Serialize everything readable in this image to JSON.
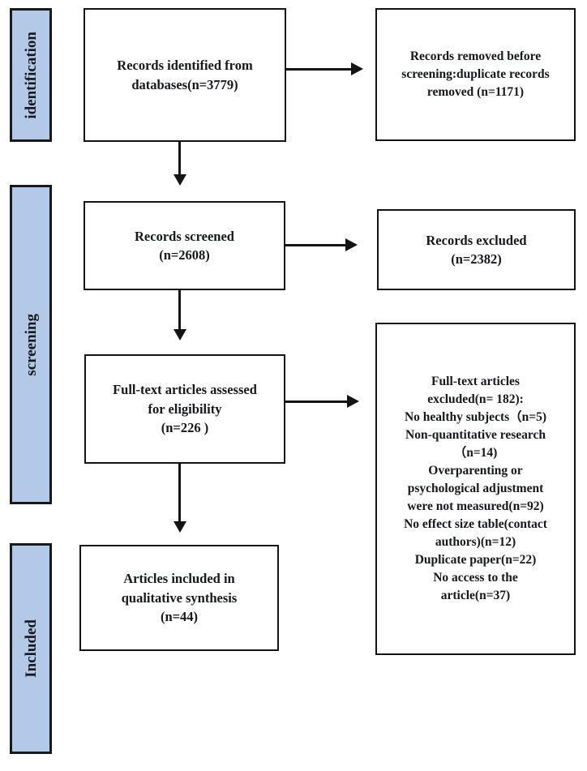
{
  "diagram": {
    "title": "PRISMA flow diagram",
    "colors": {
      "stage_bar_fill": "#b2c9e8",
      "border": "#141414",
      "text": "#16181d",
      "background": "#ffffff"
    }
  },
  "stages": [
    {
      "id": "identification",
      "label": "identification"
    },
    {
      "id": "screening",
      "label": "screening"
    },
    {
      "id": "included",
      "label": "Included"
    }
  ],
  "boxes": {
    "records_identified": {
      "lines": [
        "Records identified from",
        "databases(n=3779)"
      ]
    },
    "records_removed": {
      "lines": [
        "Records removed before",
        "screening:duplicate records",
        "removed   (n=1171)"
      ]
    },
    "records_screened": {
      "lines": [
        "Records screened",
        "(n=2608)"
      ]
    },
    "records_excluded": {
      "lines": [
        "Records excluded",
        "(n=2382)"
      ]
    },
    "fulltext_assessed": {
      "lines": [
        "Full-text articles assessed",
        "for eligibility",
        "(n=226 )"
      ]
    },
    "fulltext_excluded": {
      "lines": [
        "Full-text articles",
        "excluded(n= 182):",
        "No healthy subjects（n=5)",
        "Non-quantitative research",
        "（n=14)",
        "Overparenting or",
        "psychological adjustment",
        "were not measured(n=92)",
        "No effect size table(contact",
        "authors)(n=12)",
        "Duplicate paper(n=22)",
        "No access to the",
        "article(n=37)"
      ]
    },
    "articles_included": {
      "lines": [
        "Articles included in",
        "qualitative synthesis",
        "(n=44)"
      ]
    }
  },
  "counts": {
    "identified_from_databases": 3779,
    "removed_before_screening_duplicates": 1171,
    "records_screened": 2608,
    "records_excluded": 2382,
    "fulltext_assessed": 226,
    "fulltext_excluded_total": 182,
    "excluded_no_healthy_subjects": 5,
    "excluded_non_quantitative": 14,
    "excluded_not_measured": 92,
    "excluded_no_effect_size_table": 12,
    "excluded_duplicate_paper": 22,
    "excluded_no_access": 37,
    "articles_included": 44
  }
}
